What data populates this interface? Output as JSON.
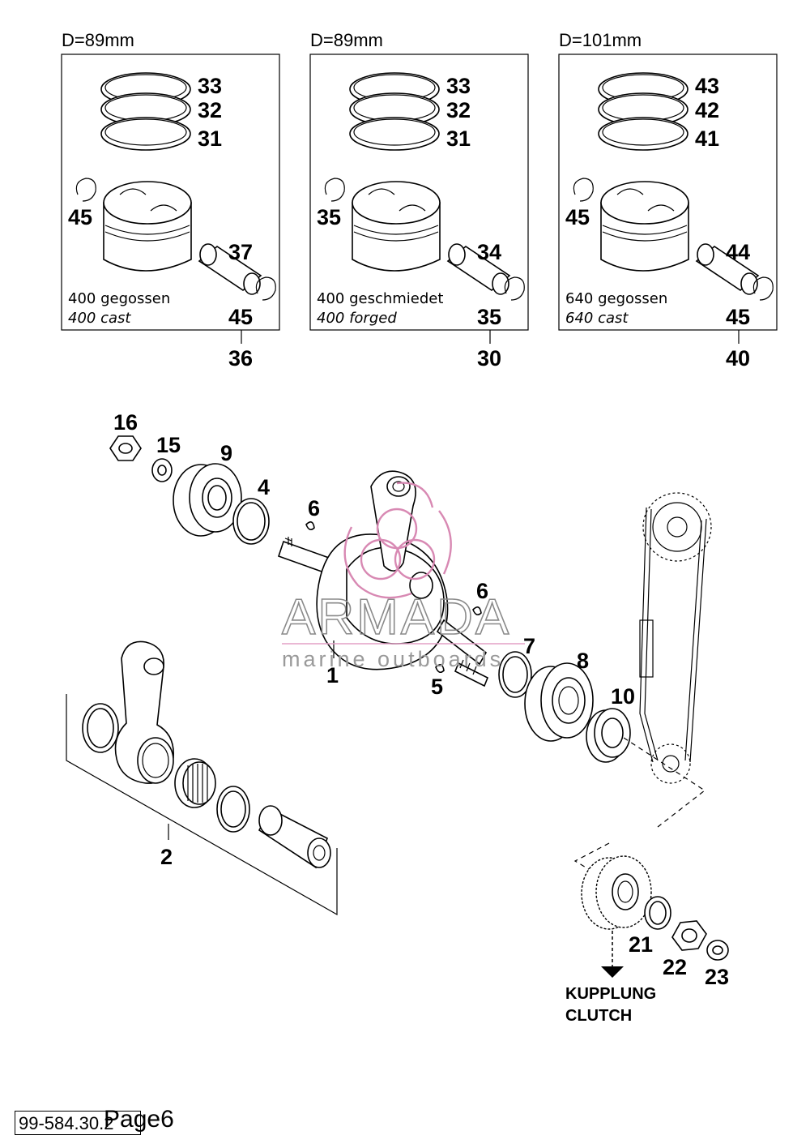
{
  "piston_kits": [
    {
      "diameter": "D=89mm",
      "rings": [
        "33",
        "32",
        "31"
      ],
      "clip_top": "45",
      "pin": "37",
      "clip_bottom": "45",
      "kit": "36",
      "caption_de": "400 gegossen",
      "caption_en": "400 cast"
    },
    {
      "diameter": "D=89mm",
      "rings": [
        "33",
        "32",
        "31"
      ],
      "clip_top": "35",
      "pin": "34",
      "clip_bottom": "35",
      "kit": "30",
      "caption_de": "400 geschmiedet",
      "caption_en": "400 forged"
    },
    {
      "diameter": "D=101mm",
      "rings": [
        "43",
        "42",
        "41"
      ],
      "clip_top": "45",
      "pin": "44",
      "clip_bottom": "45",
      "kit": "40",
      "caption_de": "640 gegossen",
      "caption_en": "640 cast"
    }
  ],
  "parts": {
    "p16": "16",
    "p15": "15",
    "p9": "9",
    "p4": "4",
    "p6a": "6",
    "p6b": "6",
    "p1": "1",
    "p5": "5",
    "p7": "7",
    "p8": "8",
    "p10": "10",
    "p2": "2",
    "p21": "21",
    "p22": "22",
    "p23": "23"
  },
  "clutch": {
    "line1": "KUPPLUNG",
    "line2": "CLUTCH"
  },
  "watermark": {
    "main": "ARMADA",
    "sub": "marine outboards",
    "color": "#d889b3"
  },
  "footer": {
    "code": "99-584.30.2",
    "page": "Page6"
  }
}
